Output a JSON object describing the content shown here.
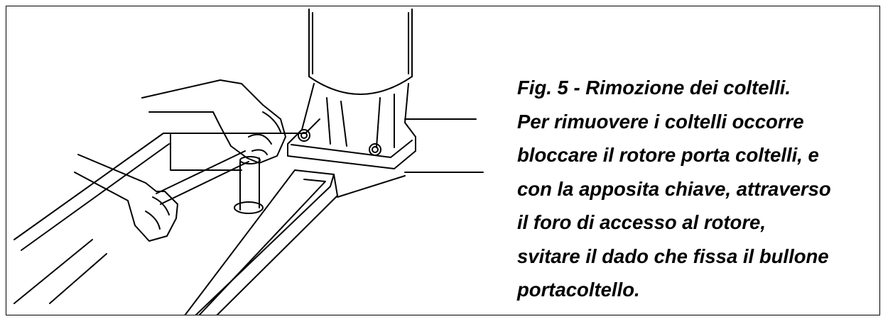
{
  "figure": {
    "caption_lines": [
      "Fig. 5 - Rimozione dei coltelli.",
      "Per rimuovere i coltelli occorre",
      "bloccare il rotore porta coltelli, e",
      "con la apposita chiave, attraverso",
      "il foro di accesso al rotore,",
      "svitare il dado che fissa il bullone",
      "portacoltello."
    ],
    "illustration_icon": "hands-wrench-rotor-line-drawing",
    "line_color": "#000000",
    "background_color": "#ffffff"
  }
}
